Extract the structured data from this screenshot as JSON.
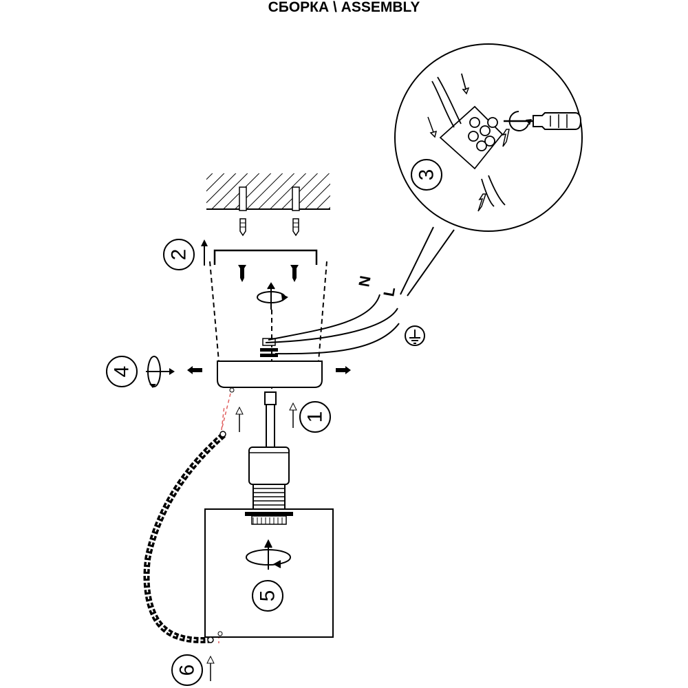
{
  "title": "СБОРКА \\ ASSEMBLY",
  "steps": [
    "1",
    "2",
    "3",
    "4",
    "5",
    "6"
  ],
  "wire_labels": {
    "neutral": "N",
    "live": "L"
  },
  "colors": {
    "line": "#000000",
    "chain_guide": "#e06060",
    "background": "#ffffff"
  },
  "icons": [
    "ground-icon",
    "screwdriver-icon",
    "terminal-block-icon",
    "chain-icon",
    "rotate-icon"
  ]
}
